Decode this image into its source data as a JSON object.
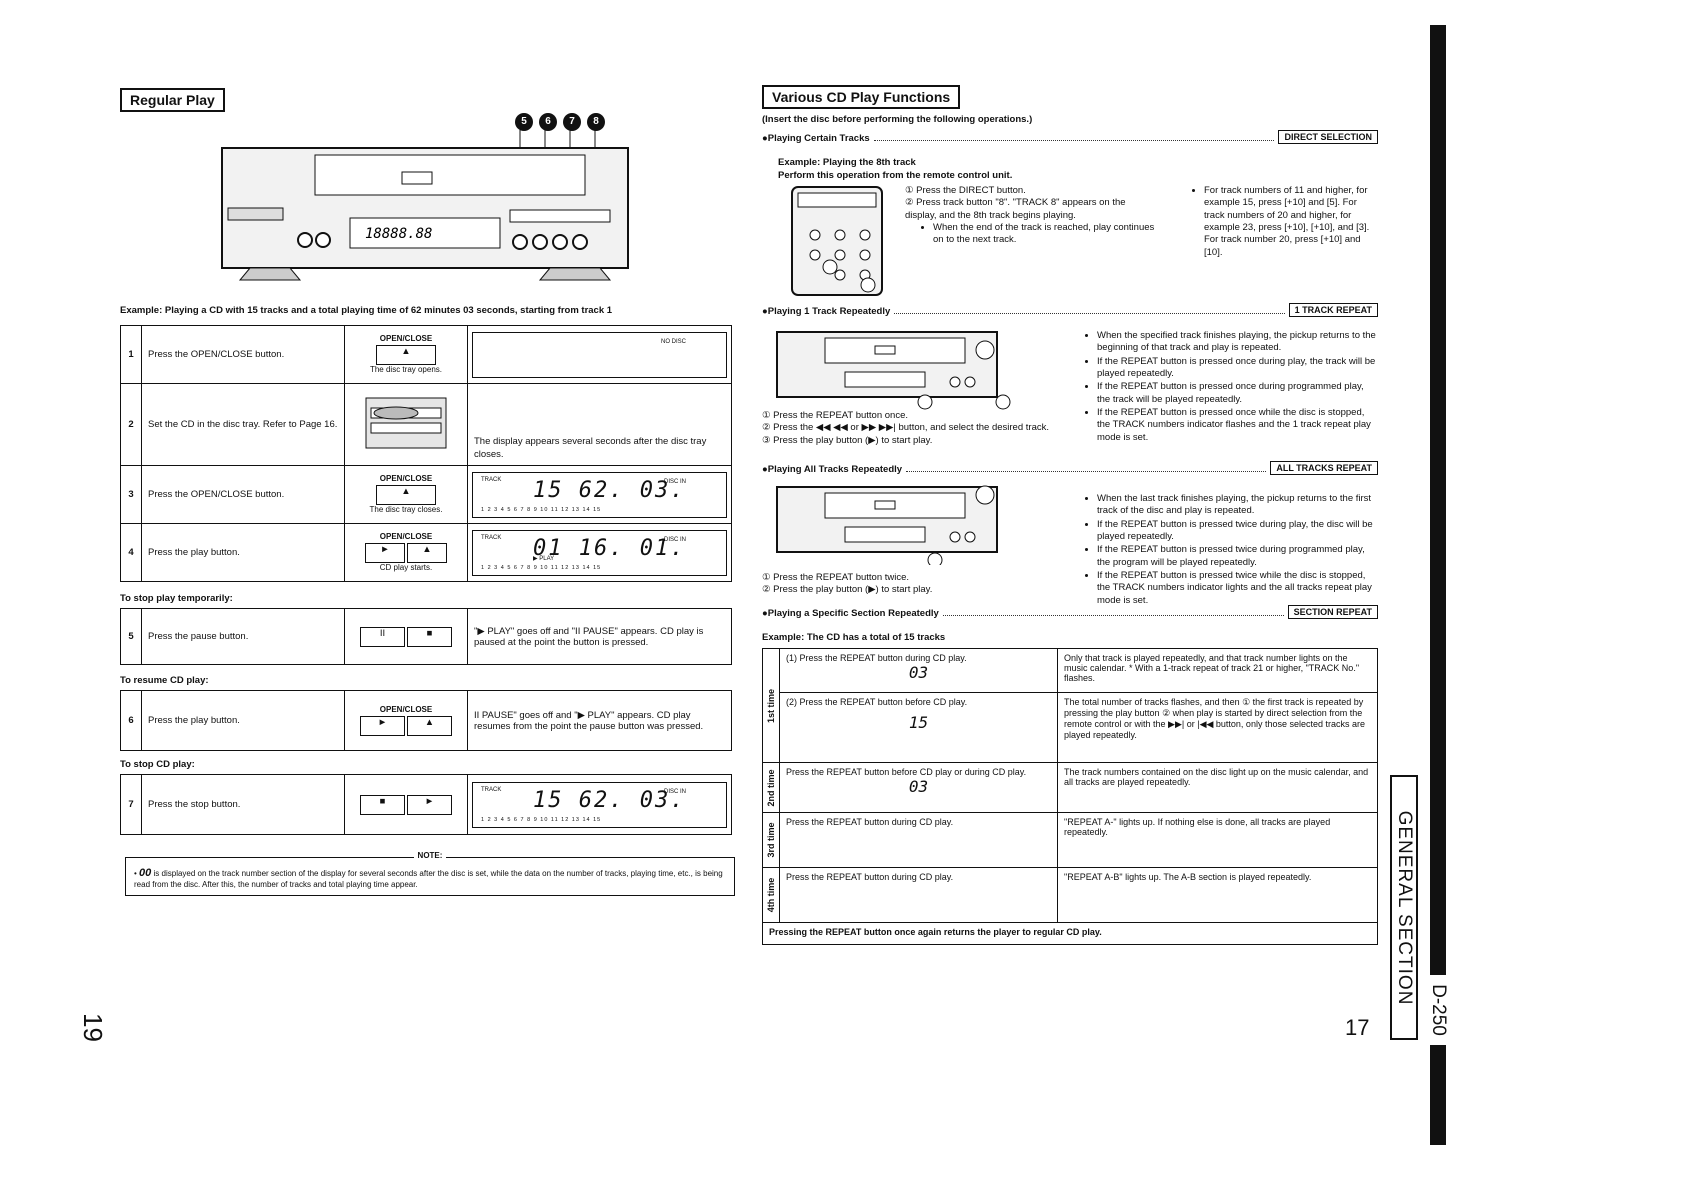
{
  "left": {
    "header": "Regular Play",
    "callouts": [
      "5",
      "6",
      "7",
      "8"
    ],
    "example": "Example: Playing a CD with 15 tracks and a total playing time of 62 minutes 03 seconds, starting from track 1",
    "steps": [
      {
        "num": "1",
        "text": "Press the OPEN/CLOSE button.",
        "caption": "The disc tray opens.",
        "btn_label": "OPEN/CLOSE",
        "display": {
          "label": "NO DISC"
        }
      },
      {
        "num": "2",
        "text": "Set the CD in the disc tray. Refer to Page 16.",
        "display": {
          "note": "The display appears several seconds after the disc tray closes."
        }
      },
      {
        "num": "3",
        "text": "Press the OPEN/CLOSE button.",
        "caption": "The disc tray closes.",
        "btn_label": "OPEN/CLOSE",
        "display": {
          "track_label": "TRACK",
          "digits": "15 62. 03.",
          "right_label": "DISC IN",
          "tracks": "1 2 3 4 5 6 7 8 9 10 11 12 13 14 15"
        }
      },
      {
        "num": "4",
        "text": "Press the play button.",
        "caption": "CD play starts.",
        "btn_label": "OPEN/CLOSE",
        "display": {
          "track_label": "TRACK",
          "digits": "01 16. 01.",
          "right_label": "DISC IN",
          "play_label": "▶ PLAY",
          "tracks": "1 2 3 4 5 6 7 8 9 10 11 12 13 14 15"
        }
      }
    ],
    "stop_temp_label": "To stop play temporarily:",
    "step5": {
      "num": "5",
      "text": "Press the pause button.",
      "desc": "\"▶ PLAY\" goes off and \"II PAUSE\" appears. CD play is paused at the point the button is pressed."
    },
    "resume_label": "To resume CD play:",
    "step6": {
      "num": "6",
      "text": "Press the play button.",
      "desc": "II PAUSE\" goes off and \"▶ PLAY\" appears. CD play resumes from the point the pause button was pressed.",
      "btn_label": "OPEN/CLOSE"
    },
    "stop_label": "To stop CD play:",
    "step7": {
      "num": "7",
      "text": "Press the stop button.",
      "display": {
        "track_label": "TRACK",
        "digits": "15 62. 03.",
        "right_label": "DISC IN",
        "tracks": "1 2 3 4 5 6 7 8 9 10 11 12 13 14 15"
      }
    },
    "note_title": "NOTE:",
    "note_digits": "00",
    "note_text": "is displayed on the track number section of the display for several seconds after the disc is set, while the data on the number of tracks, playing time, etc., is being read from the disc. After this, the number of tracks and total playing time appear.",
    "page_number": "19"
  },
  "right": {
    "header": "Various CD Play Functions",
    "intro": "(Insert the disc before performing the following operations.)",
    "sec1": {
      "title": "Playing Certain Tracks",
      "tag": "DIRECT SELECTION",
      "example": "Example: Playing the 8th track",
      "sub": "Perform this operation from the remote control unit.",
      "steps": [
        "① Press the DIRECT button.",
        "② Press track button \"8\". \"TRACK 8\" appears on the display, and the 8th track begins playing."
      ],
      "bullet": "When the end of the track is reached, play continues on to the next track.",
      "notes": "For track numbers of 11 and higher, for example 15, press [+10] and [5]. For track numbers of 20 and higher, for example 23, press [+10], [+10], and [3]. For track number 20, press [+10] and [10]."
    },
    "sec2": {
      "title": "Playing 1 Track Repeatedly",
      "tag": "1 TRACK REPEAT",
      "steps": [
        "① Press the REPEAT button once.",
        "② Press the ◀◀ ◀◀ or ▶▶ ▶▶| button, and select the desired track.",
        "③ Press the play button (▶) to start play."
      ],
      "bullets": [
        "When the specified track finishes playing, the pickup returns to the beginning of that track and play is repeated.",
        "If the REPEAT button is pressed once during play, the track will be played repeatedly.",
        "If the REPEAT button is pressed once during programmed play, the track will be played repeatedly.",
        "If the REPEAT button is pressed once while the disc is stopped, the TRACK numbers indicator flashes and the 1 track repeat play mode is set."
      ]
    },
    "sec3": {
      "title": "Playing All Tracks Repeatedly",
      "tag": "ALL TRACKS REPEAT",
      "steps": [
        "① Press the REPEAT button twice.",
        "② Press the play button (▶) to start play."
      ],
      "bullets": [
        "When the last track finishes playing, the pickup returns to the first track of the disc and play is repeated.",
        "If the REPEAT button is pressed twice during play, the disc will be played repeatedly.",
        "If the REPEAT button is pressed twice during programmed play, the program will be played repeatedly.",
        "If the REPEAT button is pressed twice while the disc is stopped, the TRACK numbers indicator lights and the all tracks repeat play mode is set."
      ]
    },
    "sec4": {
      "title": "Playing a Specific Section Repeatedly",
      "tag": "SECTION REPEAT",
      "example": "Example: The CD has a total of 15 tracks",
      "rows": [
        {
          "label": "1st time",
          "a_text": "(1) Press the REPEAT button during CD play.",
          "a_digits": "03",
          "a_desc": "Only that track is played repeatedly, and that track number lights on the music calendar. * With a 1-track repeat of track 21 or higher, \"TRACK No.\" flashes.",
          "b_text": "(2) Press the REPEAT button before CD play.",
          "b_digits": "15",
          "b_desc": "The total number of tracks flashes, and then ① the first track is repeated by pressing the play button ② when play is started by direct selection from the remote control or with the ▶▶| or |◀◀ button, only those selected tracks are played repeatedly."
        },
        {
          "label": "2nd time",
          "text": "Press the REPEAT button before CD play or during CD play.",
          "digits": "03",
          "desc": "The track numbers contained on the disc light up on the music calendar, and all tracks are played repeatedly."
        },
        {
          "label": "3rd time",
          "text": "Press the REPEAT button during CD play.",
          "desc": "\"REPEAT A-\" lights up. If nothing else is done, all tracks are played repeatedly."
        },
        {
          "label": "4th time",
          "text": "Press the REPEAT button during CD play.",
          "desc": "\"REPEAT A-B\" lights up. The A-B section is played repeatedly."
        }
      ],
      "footer": "Pressing the REPEAT button once again returns the player to regular CD play."
    },
    "page_number": "17",
    "side_section": "GENERAL SECTION",
    "side_model": "D-250"
  }
}
